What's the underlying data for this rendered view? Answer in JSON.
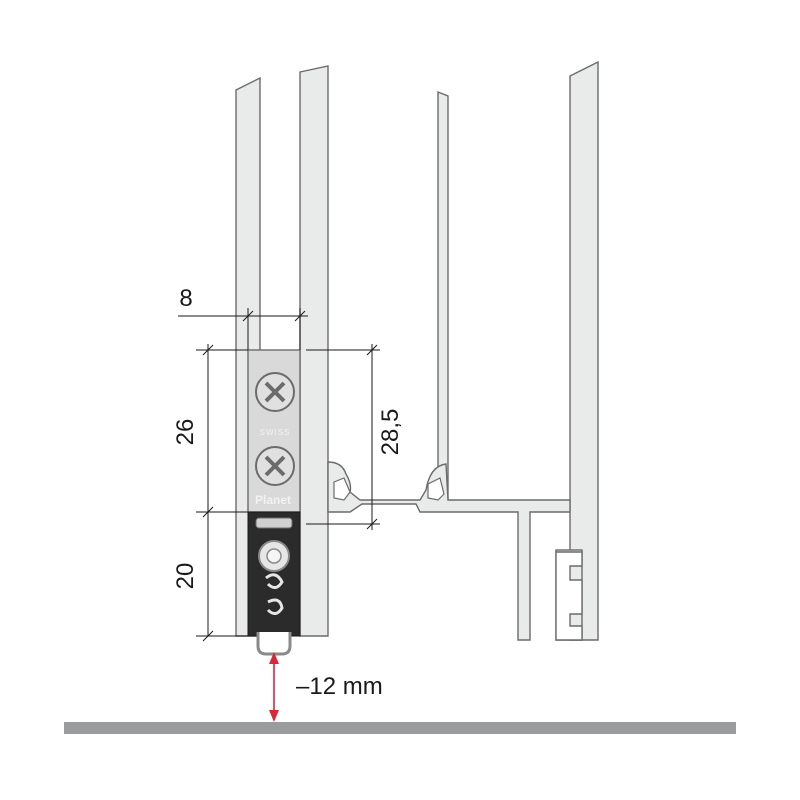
{
  "diagram": {
    "dimensions": {
      "width_top": "8",
      "height_upper": "26",
      "height_lower": "20",
      "height_offset": "28,5",
      "floor_gap": "–12 mm"
    },
    "product_labels": {
      "brand_small": "SWISS",
      "brand": "Planet"
    },
    "colors": {
      "profile_fill": "#e9eaea",
      "profile_stroke": "#6b6b6b",
      "device_fill": "#d9d9d9",
      "seal_dark": "#2b2b2b",
      "arrow": "#d9263a",
      "floor": "#9a9c9e"
    }
  }
}
